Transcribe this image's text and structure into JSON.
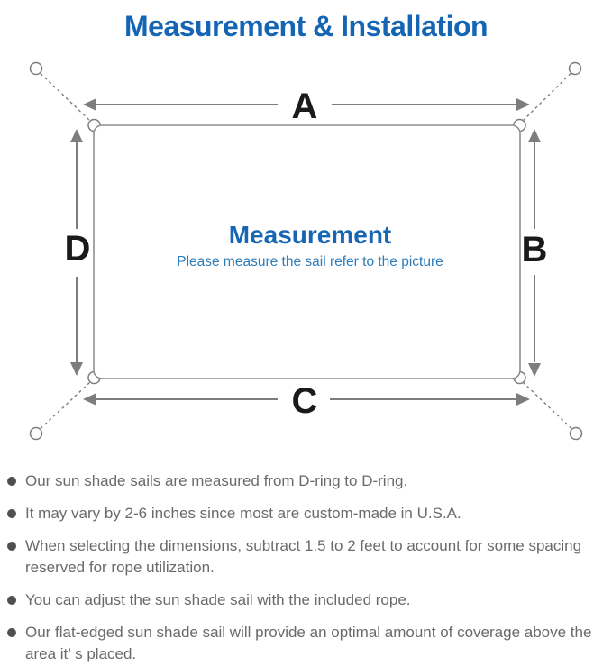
{
  "title": "Measurement & Installation",
  "diagram": {
    "heading": "Measurement",
    "subtitle": "Please measure the sail refer to the picture",
    "labels": {
      "top": "A",
      "right": "B",
      "bottom": "C",
      "left": "D"
    }
  },
  "notes": [
    "Our sun shade sails are measured from D-ring to D-ring.",
    "It may vary by 2-6 inches since most are custom-made in U.S.A.",
    "When selecting the dimensions, subtract 1.5 to 2 feet to account for some spacing reserved for rope utilization.",
    "You can adjust the sun shade sail with the included rope.",
    "Our flat-edged sun shade sail will provide an optimal amount of coverage above the area it’ s placed."
  ],
  "colors": {
    "title_blue": "#1565b5",
    "heading_blue": "#1766b4",
    "subtitle_blue": "#2e7cb8",
    "line_gray": "#7d7d7d",
    "label_black": "#1a1a1a",
    "text_gray": "#6a6a6a"
  }
}
